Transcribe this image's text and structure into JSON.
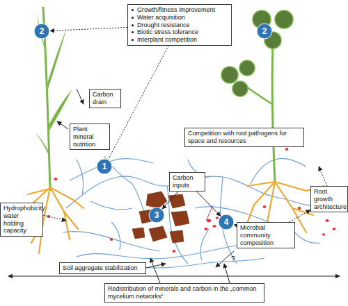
{
  "diagram": {
    "nodes": [
      {
        "text": [
          "2"
        ]
      },
      {
        "text": [
          "Growth/fitness improvement",
          "Water acquisition",
          "Drought resistance",
          "Biotic stress tolerance",
          "Interplant competition"
        ]
      },
      {
        "text": [
          "2"
        ]
      },
      {
        "text": [
          "Carbon drain"
        ]
      },
      {
        "text": [
          "Plant mineral nutrition"
        ]
      },
      {
        "text": [
          "Competition with root pathogens for space and resources"
        ]
      },
      {
        "text": [
          "1"
        ]
      },
      {
        "text": [
          "Carbon inputs"
        ]
      },
      {
        "text": [
          "3"
        ]
      },
      {
        "text": [
          "4"
        ]
      },
      {
        "text": [
          "Root growth architecture"
        ]
      },
      {
        "text": [
          "Hydrophobicity water holding capacity"
        ]
      },
      {
        "text": [
          "Microbial community composition"
        ]
      },
      {
        "text": [
          "Soil aggregate stabilization"
        ]
      },
      {
        "text": [
          "Redistribution of minerals and carbon in the „common mycelium networks“"
        ]
      }
    ],
    "edges": [
      {
        "from": 1,
        "to": 0,
        "arrow": "to"
      },
      {
        "from": 1,
        "to": 6,
        "arrow": "none"
      },
      {
        "from": 7,
        "to": 8,
        "arrow": "to"
      },
      {
        "from": 7,
        "to": 9,
        "arrow": "to"
      },
      {
        "from": 12,
        "to": 9,
        "arrow": "to"
      },
      {
        "from": 12,
        "to": 10,
        "arrow": "to"
      }
    ],
    "labels": [
      "?"
    ]
  }
}
